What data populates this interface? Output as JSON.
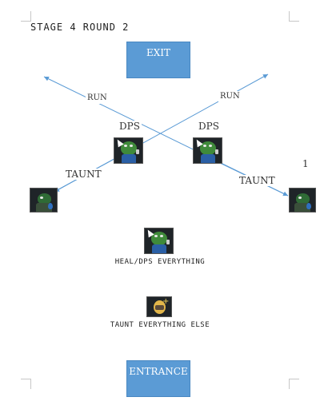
{
  "header": {
    "title": "STAGE 4 ROUND 2"
  },
  "exit": {
    "label": "EXIT"
  },
  "entrance": {
    "label": "ENTRANCE"
  },
  "labels": {
    "run_left": "RUN",
    "run_right": "RUN",
    "dps_left": "DPS",
    "dps_right": "DPS",
    "taunt_left": "TAUNT",
    "taunt_right": "TAUNT"
  },
  "page_number": "1",
  "captions": {
    "heal": "HEAL/DPS EVERYTHING",
    "taunt": "TAUNT EVERYTHING ELSE"
  },
  "icons": {
    "dps_token": "frog-dps-icon",
    "tank_token": "frog-tank-icon",
    "healer_token": "frog-healer-icon",
    "tank_role_token": "shield-tank-icon"
  },
  "colors": {
    "box_fill": "#5b9bd5",
    "arrow": "#5b9bd5",
    "frog_green": "#3f8a3a"
  }
}
